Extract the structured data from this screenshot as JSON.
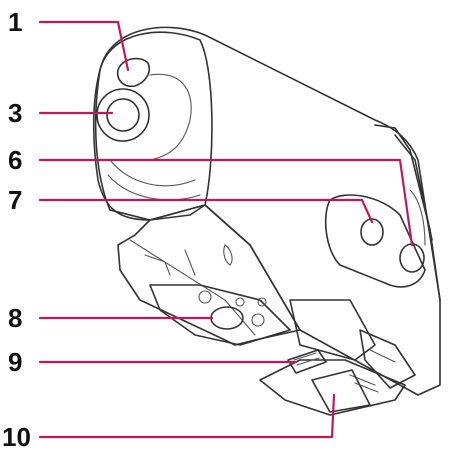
{
  "diagram": {
    "subject": "camera-parts-illustration",
    "callouts": [
      {
        "id": "c1",
        "label": "1"
      },
      {
        "id": "c3",
        "label": "3"
      },
      {
        "id": "c6",
        "label": "6"
      },
      {
        "id": "c7",
        "label": "7"
      },
      {
        "id": "c8",
        "label": "8"
      },
      {
        "id": "c9",
        "label": "9"
      },
      {
        "id": "c10",
        "label": "10"
      }
    ],
    "colors": {
      "leader": "#c2185b",
      "button_fill": "#d6d6d6",
      "outline": "#333333",
      "body_fill": "#f4f4f4"
    }
  }
}
